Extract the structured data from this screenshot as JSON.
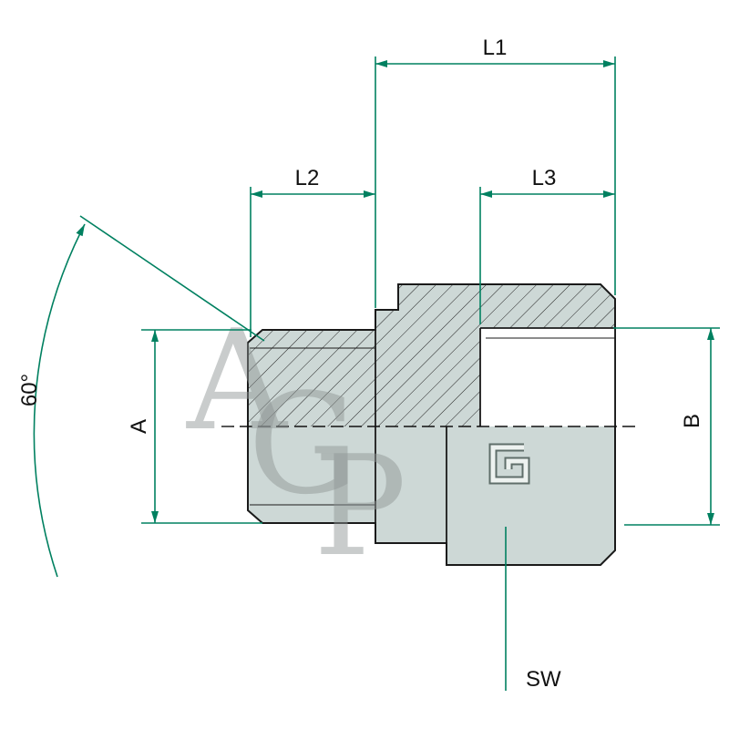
{
  "drawing": {
    "type": "technical-dimension-drawing",
    "subject": "hydraulic-adapter-fitting-male-female",
    "watermark_text": "AGP"
  },
  "labels": {
    "l1": "L1",
    "l2": "L2",
    "l3": "L3",
    "a": "A",
    "b": "B",
    "sw": "SW",
    "angle": "60°"
  },
  "watermark": {
    "a": "A",
    "g": "G",
    "p": "P"
  },
  "colors": {
    "dimension_line": "#008060",
    "outline": "#1a1a1a",
    "body_fill": "#cdd8d6",
    "watermark_gray": "#8f9695",
    "background": "#ffffff",
    "label_text": "#111111"
  }
}
